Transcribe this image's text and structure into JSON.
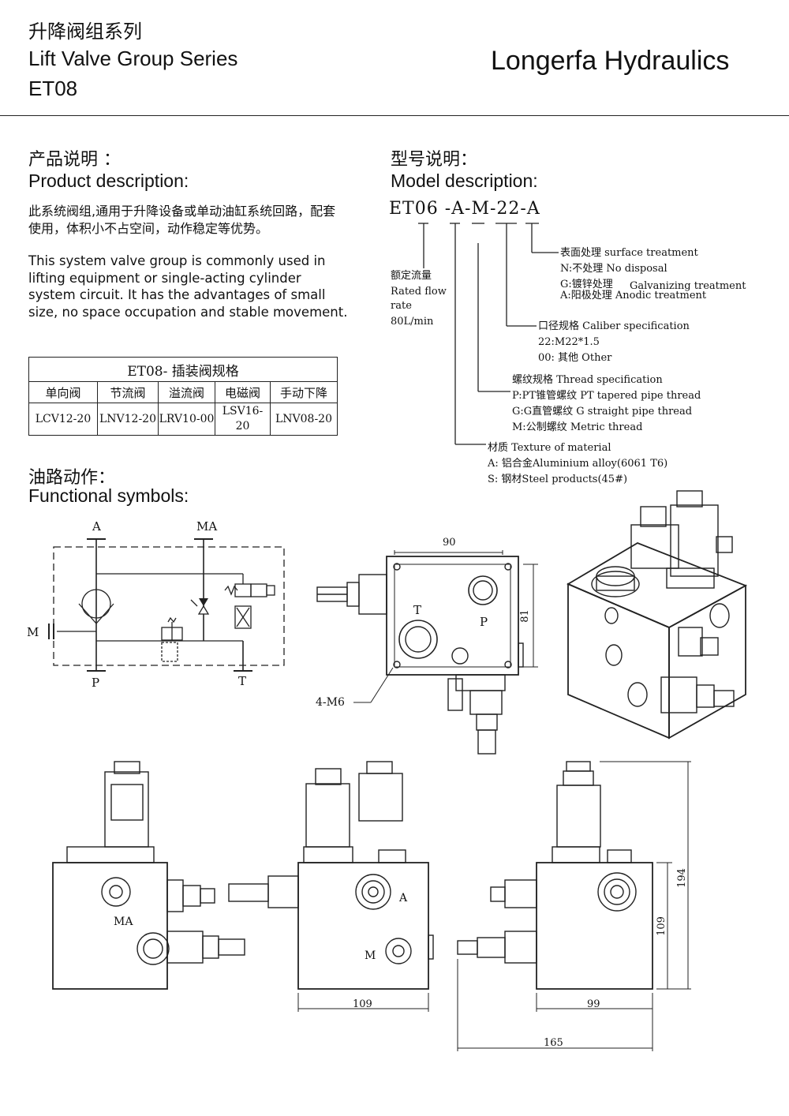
{
  "header": {
    "title_cn": "升降阀组系列",
    "title_en": "Lift Valve Group Series",
    "model": "ET08",
    "brand": "Longerfa Hydraulics"
  },
  "product": {
    "heading_cn": "产品说明 ：",
    "heading_en": "Product description:",
    "text_cn": "此系统阀组,通用于升降设备或单动油缸系统回路，配套使用，体积小不占空间，动作稳定等优势。",
    "text_en": "This system valve group is commonly used in lifting equipment or single-acting cylinder system circuit. It has the advantages of small size, no space occupation and stable movement."
  },
  "spec_table": {
    "title": "ET08- 插装阀规格",
    "headers": [
      "单向阀",
      "节流阀",
      "溢流阀",
      "电磁阀",
      "手动下降"
    ],
    "values": [
      "LCV12-20",
      "LNV12-20",
      "LRV10-00",
      "LSV16-20",
      "LNV08-20"
    ]
  },
  "model": {
    "heading_cn": "型号说明：",
    "heading_en": "Model description:",
    "code": "ET06 -A-M-22-A",
    "rated_flow": [
      "额定流量",
      "Rated flow",
      "rate",
      "80L/min"
    ],
    "surface": [
      "表面处理 surface treatment",
      "N:不处理 No disposal",
      "G:镀锌处理",
      "Galvanizing treatment",
      "A:阳极处理 Anodic treatment"
    ],
    "caliber": [
      "口径规格 Caliber specification",
      "22:M22*1.5",
      "00: 其他 Other"
    ],
    "thread": [
      "螺纹规格 Thread specification",
      "P:PT锥管螺纹 PT tapered pipe thread",
      "G:G直管螺纹 G straight pipe thread",
      "M:公制螺纹 Metric thread"
    ],
    "material": [
      "材质 Texture of material",
      "A: 铝合金Aluminium alloy(6061 T6)",
      "S: 钢材Steel products(45#)"
    ]
  },
  "functional": {
    "heading_cn": "油路动作：",
    "heading_en": "Functional symbols:",
    "ports": {
      "a": "A",
      "ma": "MA",
      "m": "M",
      "p": "P",
      "t": "T"
    }
  },
  "drawings": {
    "top": {
      "width": "90",
      "height": "81",
      "label_t": "T",
      "label_p": "P",
      "bolts": "4-M6"
    },
    "side1": {
      "port": "MA"
    },
    "side2": {
      "port_a": "A",
      "port_m": "M",
      "width": "109"
    },
    "side3": {
      "width": "99",
      "height_body": "109",
      "height_total": "194",
      "overall": "165"
    }
  }
}
